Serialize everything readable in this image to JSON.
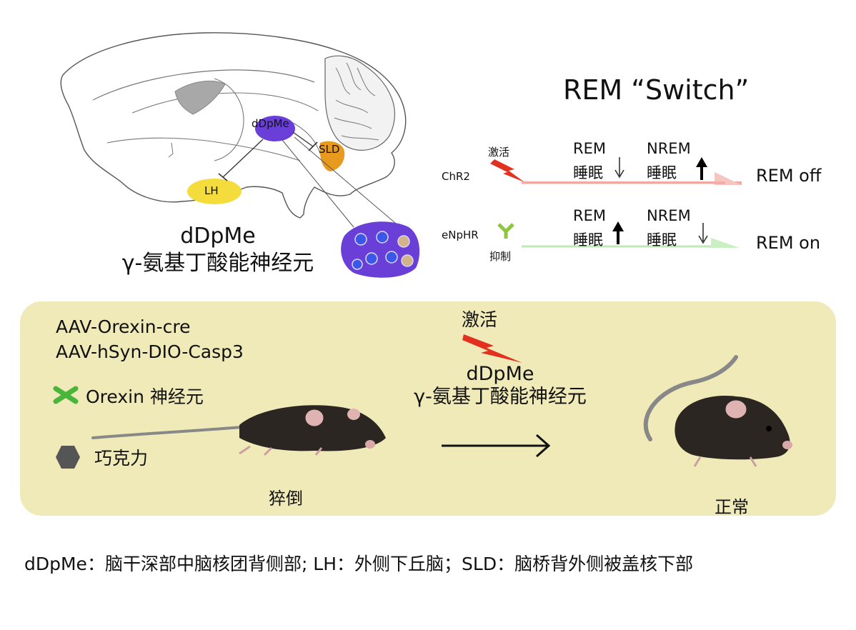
{
  "brain": {
    "labels": {
      "ddpme": "dDpMe",
      "sld": "SLD",
      "lh": "LH"
    },
    "region_title": {
      "line1": "dDpMe",
      "line2": "γ-氨基丁酸能神经元"
    }
  },
  "switch_panel": {
    "title": "REM “Switch”",
    "rows": [
      {
        "tool": "ChR2",
        "action": "激活",
        "rem_label": "REM",
        "rem_sub": "睡眠",
        "rem_arrow": "hollow-down",
        "nrem_label": "NREM",
        "nrem_sub": "睡眠",
        "nrem_arrow": "solid-up",
        "result": "REM off",
        "line_color": "#f2a9a4"
      },
      {
        "tool": "eNpHR",
        "action": "抑制",
        "rem_label": "REM",
        "rem_sub": "睡眠",
        "rem_arrow": "solid-up",
        "nrem_label": "NREM",
        "nrem_sub": "睡眠",
        "nrem_arrow": "hollow-down",
        "result": "REM on",
        "line_color": "#bdeab5"
      }
    ]
  },
  "experiment": {
    "virus_line1": "AAV-Orexin-cre",
    "virus_line2": "AAV-hSyn-DIO-Casp3",
    "orexin_label": "Orexin 神经元",
    "chocolate_label": "巧克力",
    "activation_label": "激活",
    "target_line1": "dDpMe",
    "target_line2": "γ-氨基丁酸能神经元",
    "left_mouse_label": "猝倒",
    "right_mouse_label": "正常"
  },
  "footnote": "dDpMe：脑干深部中脑核团背侧部; LH：外侧下丘脑；SLD：脑桥背外侧被盖核下部",
  "colors": {
    "ddpme": "#6a3fd8",
    "sld": "#e89a1e",
    "lh": "#f3dc3c",
    "panel_bg": "#f0eab9",
    "bolt": "#e2321f",
    "inhibit": "#8ec63f",
    "x_mark": "#49b53b",
    "chocolate": "#555555"
  }
}
